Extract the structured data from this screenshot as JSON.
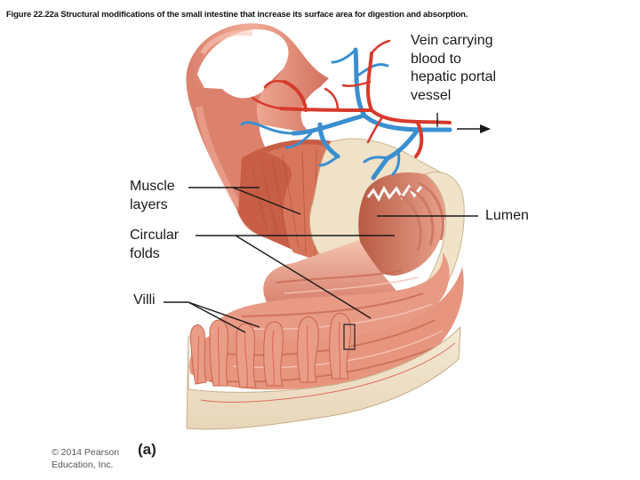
{
  "figure": {
    "title": "Figure 22.22a Structural modifications of the small intestine that increase its surface area for digestion and absorption.",
    "part_label": "(a)",
    "copyright": "© 2014 Pearson Education, Inc."
  },
  "labels": {
    "vein": "Vein carrying\nblood to\nhepatic portal\nvessel",
    "muscle_layers": "Muscle\nlayers",
    "circular_folds": "Circular\nfolds",
    "villi": "Villi",
    "lumen": "Lumen"
  },
  "colors": {
    "intestine": "#e5907a",
    "intestine_dark": "#c7634d",
    "muscle": "#d0674f",
    "mucosa_fold": "#ecb29f",
    "submucosa": "#f1e6cf",
    "vein": "#3a8fd0",
    "artery": "#d63a2c"
  }
}
